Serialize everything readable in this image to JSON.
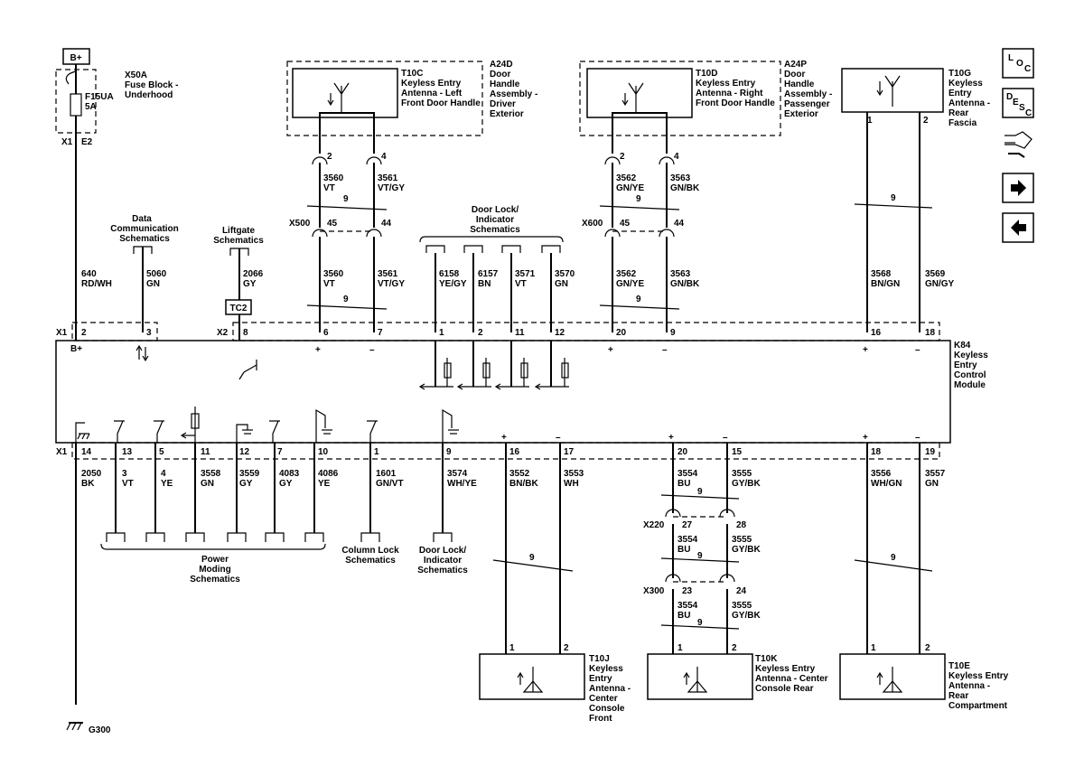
{
  "colors": {
    "ink": "#000000",
    "paper": "#ffffff"
  },
  "power": {
    "label": "B+"
  },
  "fuse_block": {
    "ref": "X50A",
    "name": "Fuse Block -",
    "name2": "Underhood",
    "fuse": "F15UA",
    "rating": "5A",
    "conn": "X1",
    "pin": "E2"
  },
  "module": {
    "ref": "K84",
    "l1": "Keyless",
    "l2": "Entry",
    "l3": "Control",
    "l4": "Module",
    "top_conn_x1": "X1",
    "top_conn_x2": "X2",
    "bottom_conn": "X1",
    "bplus": "B+",
    "top_pins": [
      "2",
      "3",
      "8",
      "6",
      "7",
      "1",
      "2",
      "11",
      "12",
      "20",
      "9",
      "16",
      "18"
    ],
    "bottom_pins": [
      "14",
      "13",
      "5",
      "11",
      "12",
      "7",
      "10",
      "1",
      "9",
      "16",
      "17",
      "20",
      "15",
      "18",
      "19"
    ]
  },
  "top_wires": [
    {
      "circuit": "640",
      "color": "RD/WH"
    },
    {
      "circuit": "5060",
      "color": "GN"
    },
    {
      "circuit": "2066",
      "color": "GY"
    },
    {
      "circuit": "3560",
      "color": "VT"
    },
    {
      "circuit": "3561",
      "color": "VT/GY"
    },
    {
      "circuit": "6158",
      "color": "YE/GY"
    },
    {
      "circuit": "6157",
      "color": "BN"
    },
    {
      "circuit": "3571",
      "color": "VT"
    },
    {
      "circuit": "3570",
      "color": "GN"
    },
    {
      "circuit": "3562",
      "color": "GN/YE"
    },
    {
      "circuit": "3563",
      "color": "GN/BK"
    },
    {
      "circuit": "3568",
      "color": "BN/GN"
    },
    {
      "circuit": "3569",
      "color": "GN/GY"
    }
  ],
  "upper_wires": [
    {
      "circuit": "3560",
      "color": "VT"
    },
    {
      "circuit": "3561",
      "color": "VT/GY"
    },
    {
      "circuit": "3562",
      "color": "GN/YE"
    },
    {
      "circuit": "3563",
      "color": "GN/BK"
    }
  ],
  "bottom_wires": [
    {
      "circuit": "2050",
      "color": "BK"
    },
    {
      "circuit": "3",
      "color": "VT"
    },
    {
      "circuit": "4",
      "color": "YE"
    },
    {
      "circuit": "3558",
      "color": "GN"
    },
    {
      "circuit": "3559",
      "color": "GY"
    },
    {
      "circuit": "4083",
      "color": "GY"
    },
    {
      "circuit": "4086",
      "color": "YE"
    },
    {
      "circuit": "1601",
      "color": "GN/VT"
    },
    {
      "circuit": "3574",
      "color": "WH/YE"
    },
    {
      "circuit": "3552",
      "color": "BN/BK"
    },
    {
      "circuit": "3553",
      "color": "WH"
    },
    {
      "circuit": "3554",
      "color": "BU"
    },
    {
      "circuit": "3555",
      "color": "GY/BK"
    },
    {
      "circuit": "3556",
      "color": "WH/GN"
    },
    {
      "circuit": "3557",
      "color": "GN"
    }
  ],
  "twist": "9",
  "inline": {
    "x500": {
      "ref": "X500",
      "a": "45",
      "b": "44"
    },
    "x600": {
      "ref": "X600",
      "a": "45",
      "b": "44"
    },
    "x220": {
      "ref": "X220",
      "a": "27",
      "b": "28"
    },
    "x300": {
      "ref": "X300",
      "a": "23",
      "b": "24"
    },
    "pins_24": [
      "2",
      "4"
    ]
  },
  "antennas": {
    "t10c": {
      "ref": "T10C",
      "l1": "Keyless Entry",
      "l2": "Antenna - Left",
      "l3": "Front Door Handle"
    },
    "a24d": {
      "ref": "A24D",
      "l1": "Door",
      "l2": "Handle",
      "l3": "Assembly -",
      "l4": "Driver",
      "l5": "Exterior"
    },
    "t10d": {
      "ref": "T10D",
      "l1": "Keyless Entry",
      "l2": "Antenna - Right",
      "l3": "Front Door Handle"
    },
    "a24p": {
      "ref": "A24P",
      "l1": "Door",
      "l2": "Handle",
      "l3": "Assembly -",
      "l4": "Passenger",
      "l5": "Exterior"
    },
    "t10g": {
      "ref": "T10G",
      "l1": "Keyless",
      "l2": "Entry",
      "l3": "Antenna -",
      "l4": "Rear",
      "l5": "Fascia",
      "p1": "1",
      "p2": "2"
    },
    "t10j": {
      "ref": "T10J",
      "l1": "Keyless",
      "l2": "Entry",
      "l3": "Antenna -",
      "l4": "Center",
      "l5": "Console",
      "l6": "Front",
      "p1": "1",
      "p2": "2"
    },
    "t10k": {
      "ref": "T10K",
      "l1": "Keyless Entry",
      "l2": "Antenna - Center",
      "l3": "Console Rear",
      "p1": "1",
      "p2": "2"
    },
    "t10e": {
      "ref": "T10E",
      "l1": "Keyless Entry",
      "l2": "Antenna -",
      "l3": "Rear",
      "l4": "Compartment",
      "p1": "1",
      "p2": "2"
    }
  },
  "refs": {
    "data_comm": [
      "Data",
      "Communication",
      "Schematics"
    ],
    "liftgate": [
      "Liftgate",
      "Schematics"
    ],
    "door_lock_top": [
      "Door Lock/",
      "Indicator",
      "Schematics"
    ],
    "power_moding": [
      "Power",
      "Moding",
      "Schematics"
    ],
    "column_lock": [
      "Column Lock",
      "Schematics"
    ],
    "door_lock_bottom": [
      "Door Lock/",
      "Indicator",
      "Schematics"
    ]
  },
  "tc2": "TC2",
  "ground": {
    "ref": "G300"
  },
  "polarity": {
    "plus": "+",
    "minus": "–"
  },
  "nav": {
    "loc": {
      "a": "L",
      "b": "O",
      "c": "C"
    },
    "desc": {
      "a": "D",
      "b": "E",
      "c": "S",
      "d": "C"
    }
  }
}
